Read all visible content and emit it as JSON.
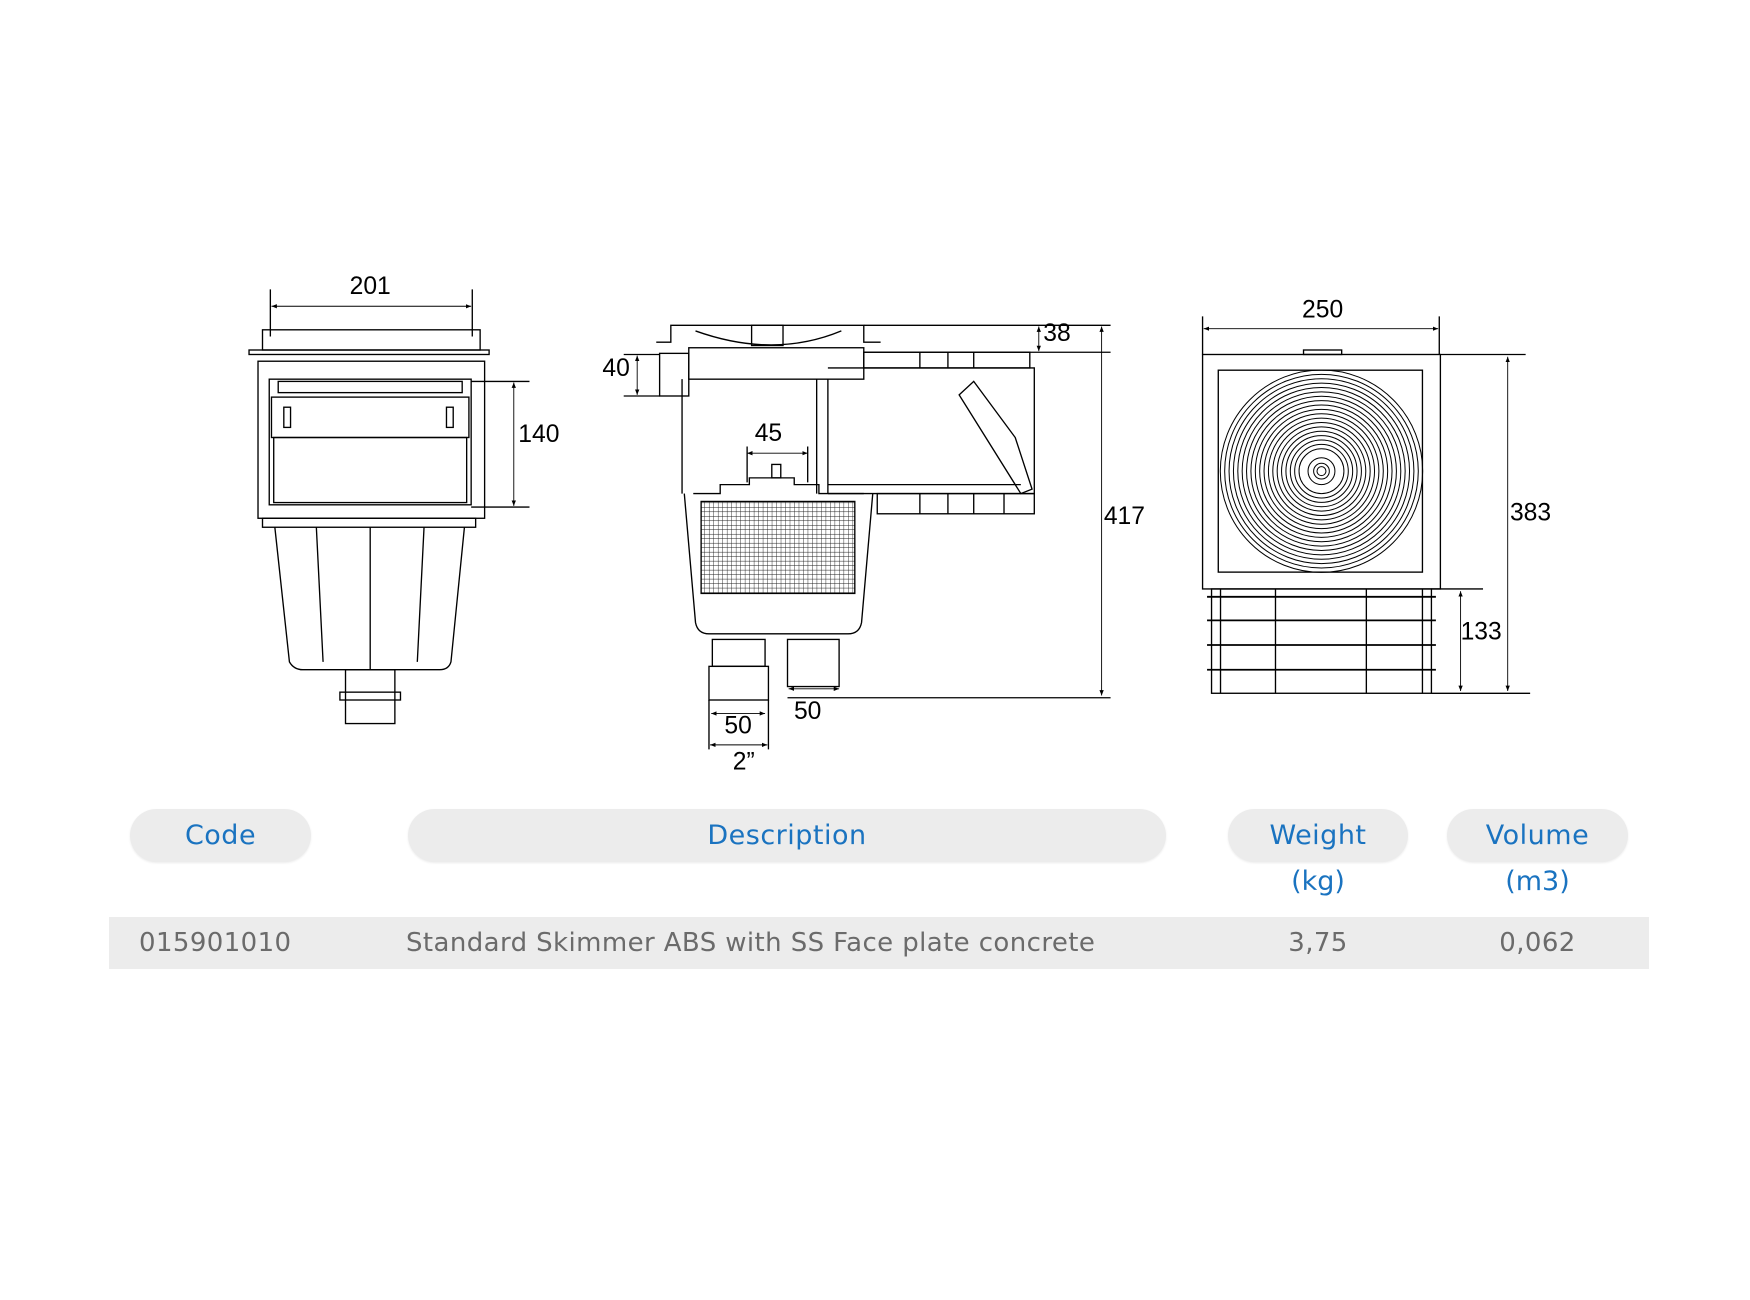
{
  "drawings": {
    "front_view": {
      "width": "201",
      "height": "140"
    },
    "side_view": {
      "top_offset": "38",
      "mouth_height": "40",
      "float_width": "45",
      "total_height": "417",
      "outlet_a": "50",
      "outlet_b": "50",
      "outlet_thread": "2”"
    },
    "face_view": {
      "width": "250",
      "height": "383",
      "neck_height": "133"
    }
  },
  "table": {
    "headers": {
      "code": "Code",
      "description": "Description",
      "weight": "Weight",
      "weight_unit": "(kg)",
      "volume": "Volume",
      "volume_unit": "(m3)"
    },
    "rows": [
      {
        "code": "015901010",
        "description": "Standard Skimmer ABS with SS Face plate concrete",
        "weight": "3,75",
        "volume": "0,062"
      }
    ]
  },
  "colors": {
    "header_text": "#1a73c0",
    "cell_text": "#6b6b6b",
    "pill_bg": "#ececec"
  }
}
